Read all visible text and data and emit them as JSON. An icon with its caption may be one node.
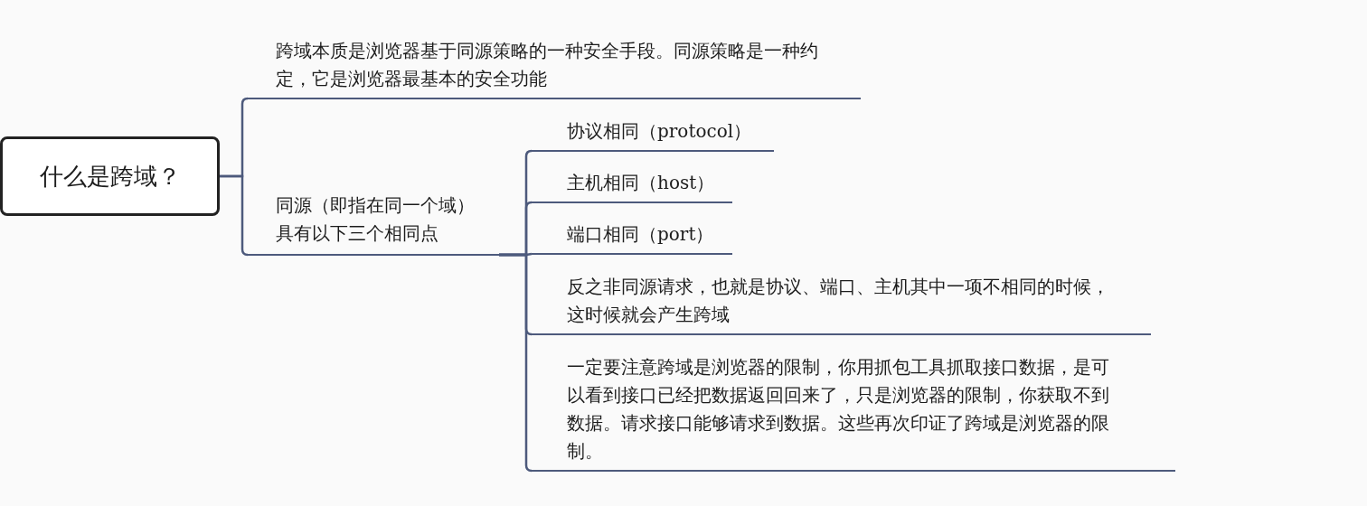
{
  "diagram": {
    "nodes": [
      {
        "text": [
          "什么是跨域？"
        ]
      },
      {
        "text": [
          "跨域本质是浏览器基于同源策略的一种安全手段。同源策略是一种约定，它是浏览器最基本的安全功能"
        ]
      },
      {
        "text": [
          "同源（即指在同一个域）具有以下三个相同点"
        ]
      },
      {
        "text": [
          "协议相同（protocol）"
        ]
      },
      {
        "text": [
          "主机相同（host）"
        ]
      },
      {
        "text": [
          "端口相同（port）"
        ]
      },
      {
        "text": [
          "反之非同源请求，也就是协议、端口、主机其中一项不相同的时候，这时候就会产生跨域"
        ]
      },
      {
        "text": [
          "一定要注意跨域是浏览器的限制，你用抓包工具抓取接口数据，是可以看到接口已经把数据返回回来了，只是浏览器的限制，你获取不到数据。请求接口能够请求到数据。这些再次印证了跨域是浏览器的限制。"
        ]
      }
    ],
    "edges": [
      {
        "from": 0,
        "to": 1,
        "arrow": "none"
      },
      {
        "from": 0,
        "to": 2,
        "arrow": "none"
      },
      {
        "from": 2,
        "to": 3,
        "arrow": "none"
      },
      {
        "from": 2,
        "to": 4,
        "arrow": "none"
      },
      {
        "from": 2,
        "to": 5,
        "arrow": "none"
      },
      {
        "from": 2,
        "to": 6,
        "arrow": "none"
      },
      {
        "from": 2,
        "to": 7,
        "arrow": "none"
      }
    ]
  }
}
